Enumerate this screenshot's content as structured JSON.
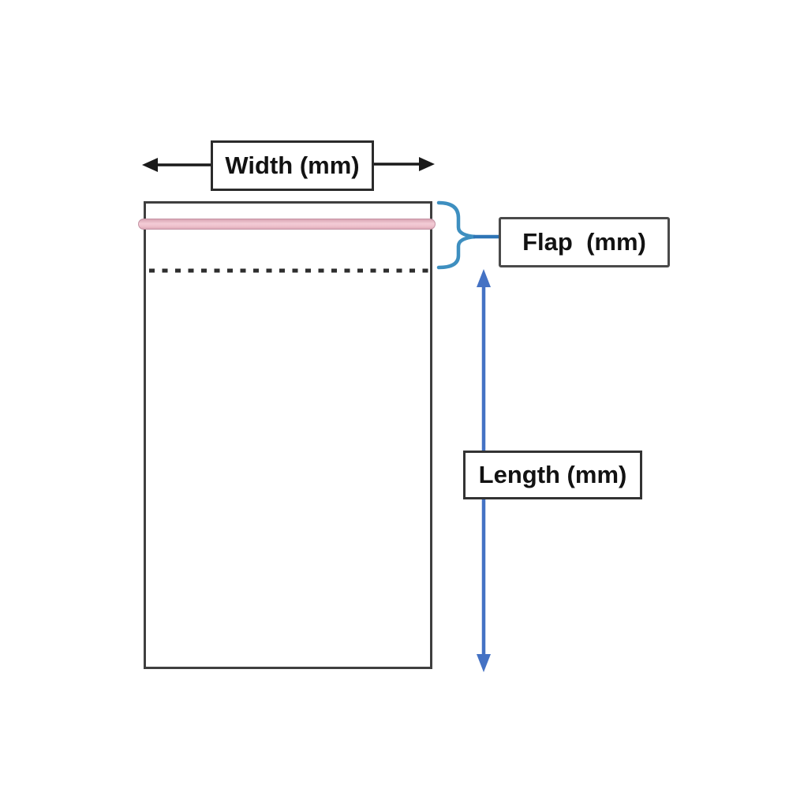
{
  "diagram": {
    "description": "Packaging bag dimension diagram",
    "labels": {
      "width": "Width (mm)",
      "flap": "Flap  (mm)",
      "length": "Length (mm)"
    },
    "colors": {
      "background": "#ffffff",
      "bag_border": "#3f3f3f",
      "label_border": "#2b2b2b",
      "text": "#121212",
      "adhesive_strip": "#eec0cb",
      "adhesive_strip_edge": "#c493a4",
      "fold_dash": "#2e2e2e",
      "width_arrow": "#1a1a1a",
      "brace_blue": "#3e8fc0",
      "connector_blue": "#2e75b6",
      "length_arrow_blue": "#4472c4"
    }
  }
}
